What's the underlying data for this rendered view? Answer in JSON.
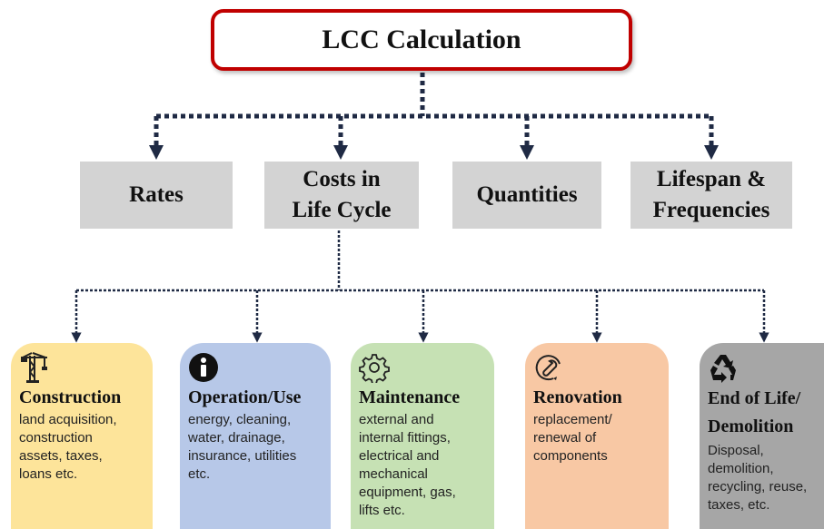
{
  "root": {
    "title": "LCC Calculation"
  },
  "categories": [
    {
      "label": "Rates"
    },
    {
      "label": "Costs in\nLife Cycle"
    },
    {
      "label": "Quantities"
    },
    {
      "label": "Lifespan &\nFrequencies"
    }
  ],
  "phases": [
    {
      "icon": "crane-icon",
      "title": "Construction",
      "desc": "land acquisition,\nconstruction\nassets, taxes,\nloans etc.",
      "color": "#fde49a"
    },
    {
      "icon": "info-icon",
      "title": "Operation/Use",
      "desc": "energy, cleaning,\nwater, drainage,\ninsurance, utilities\netc.",
      "color": "#b7c8e8"
    },
    {
      "icon": "gear-icon",
      "title": "Maintenance",
      "desc": "external and\ninternal fittings,\nelectrical and\nmechanical\nequipment, gas,\nlifts etc.",
      "color": "#c6e1b4"
    },
    {
      "icon": "wrench-icon",
      "title": "Renovation",
      "desc": "replacement/\nrenewal of\ncomponents",
      "color": "#f8c8a4"
    },
    {
      "icon": "recycle-icon",
      "title": "End of Life/\nDemolition",
      "desc": "Disposal,\ndemolition,\nrecycling, reuse,\ntaxes, etc.",
      "color": "#a6a6a6"
    }
  ]
}
